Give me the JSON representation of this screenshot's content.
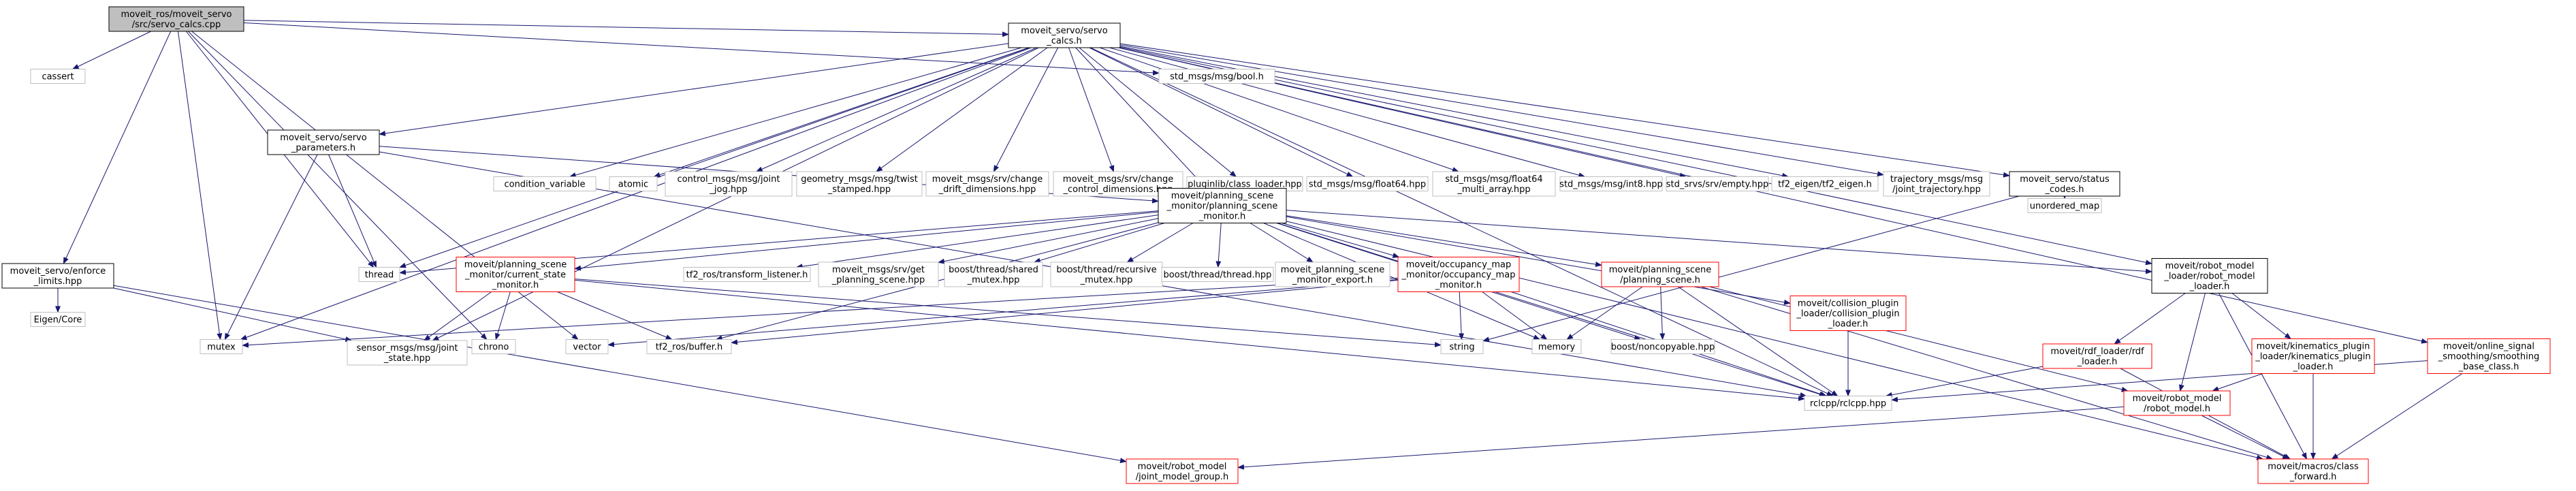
{
  "graph": {
    "nodes": [
      {
        "id": "root",
        "lines": [
          "moveit_ros/moveit_servo",
          "/src/servo_calcs.cpp"
        ],
        "kind": "root"
      },
      {
        "id": "servo_calcs_h",
        "lines": [
          "moveit_servo/servo",
          "_calcs.h"
        ],
        "kind": "doc"
      },
      {
        "id": "cassert",
        "lines": [
          "cassert"
        ],
        "kind": "ext"
      },
      {
        "id": "std_msgs_bool",
        "lines": [
          "std_msgs/msg/bool.h"
        ],
        "kind": "ext"
      },
      {
        "id": "enforce_limits",
        "lines": [
          "moveit_servo/enforce",
          "_limits.hpp"
        ],
        "kind": "doc"
      },
      {
        "id": "servo_parameters",
        "lines": [
          "moveit_servo/servo",
          "_parameters.h"
        ],
        "kind": "doc"
      },
      {
        "id": "condition_variable",
        "lines": [
          "condition_variable"
        ],
        "kind": "ext"
      },
      {
        "id": "atomic",
        "lines": [
          "atomic"
        ],
        "kind": "ext"
      },
      {
        "id": "control_msgs_joint_jog",
        "lines": [
          "control_msgs/msg/joint",
          "_jog.hpp"
        ],
        "kind": "ext"
      },
      {
        "id": "geometry_msgs_twist",
        "lines": [
          "geometry_msgs/msg/twist",
          "_stamped.hpp"
        ],
        "kind": "ext"
      },
      {
        "id": "srv_change_drift",
        "lines": [
          "moveit_msgs/srv/change",
          "_drift_dimensions.hpp"
        ],
        "kind": "ext"
      },
      {
        "id": "srv_change_control",
        "lines": [
          "moveit_msgs/srv/change",
          "_control_dimensions.hpp"
        ],
        "kind": "ext"
      },
      {
        "id": "pluginlib",
        "lines": [
          "pluginlib/class_loader.hpp"
        ],
        "kind": "ext"
      },
      {
        "id": "float64",
        "lines": [
          "std_msgs/msg/float64.hpp"
        ],
        "kind": "ext"
      },
      {
        "id": "float64_multi",
        "lines": [
          "std_msgs/msg/float64",
          "_multi_array.hpp"
        ],
        "kind": "ext"
      },
      {
        "id": "int8",
        "lines": [
          "std_msgs/msg/int8.hpp"
        ],
        "kind": "ext"
      },
      {
        "id": "std_srvs_empty",
        "lines": [
          "std_srvs/srv/empty.hpp"
        ],
        "kind": "ext"
      },
      {
        "id": "tf2_eigen",
        "lines": [
          "tf2_eigen/tf2_eigen.h"
        ],
        "kind": "ext"
      },
      {
        "id": "trajectory_msgs",
        "lines": [
          "trajectory_msgs/msg",
          "/joint_trajectory.hpp"
        ],
        "kind": "ext"
      },
      {
        "id": "status_codes",
        "lines": [
          "moveit_servo/status",
          "_codes.h"
        ],
        "kind": "doc"
      },
      {
        "id": "unordered_map",
        "lines": [
          "unordered_map"
        ],
        "kind": "ext"
      },
      {
        "id": "psm",
        "lines": [
          "moveit/planning_scene",
          "_monitor/planning_scene",
          "_monitor.h"
        ],
        "kind": "doc"
      },
      {
        "id": "thread",
        "lines": [
          "thread"
        ],
        "kind": "ext"
      },
      {
        "id": "current_state_monitor",
        "lines": [
          "moveit/planning_scene",
          "_monitor/current_state",
          "_monitor.h"
        ],
        "kind": "red"
      },
      {
        "id": "tf2_transform_listener",
        "lines": [
          "tf2_ros/transform_listener.h"
        ],
        "kind": "ext"
      },
      {
        "id": "get_planning_scene",
        "lines": [
          "moveit_msgs/srv/get",
          "_planning_scene.hpp"
        ],
        "kind": "ext"
      },
      {
        "id": "boost_shared_mutex",
        "lines": [
          "boost/thread/shared",
          "_mutex.hpp"
        ],
        "kind": "ext"
      },
      {
        "id": "boost_recursive_mutex",
        "lines": [
          "boost/thread/recursive",
          "_mutex.hpp"
        ],
        "kind": "ext"
      },
      {
        "id": "boost_thread",
        "lines": [
          "boost/thread/thread.hpp"
        ],
        "kind": "ext"
      },
      {
        "id": "psm_export",
        "lines": [
          "moveit_planning_scene",
          "_monitor_export.h"
        ],
        "kind": "ext"
      },
      {
        "id": "occupancy_map_monitor",
        "lines": [
          "moveit/occupancy_map",
          "_monitor/occupancy_map",
          "_monitor.h"
        ],
        "kind": "red"
      },
      {
        "id": "planning_scene_h",
        "lines": [
          "moveit/planning_scene",
          "/planning_scene.h"
        ],
        "kind": "red"
      },
      {
        "id": "collision_plugin_loader",
        "lines": [
          "moveit/collision_plugin",
          "_loader/collision_plugin",
          "_loader.h"
        ],
        "kind": "red"
      },
      {
        "id": "robot_model_loader",
        "lines": [
          "moveit/robot_model",
          "_loader/robot_model",
          "_loader.h"
        ],
        "kind": "doc"
      },
      {
        "id": "online_signal_smoothing",
        "lines": [
          "moveit/online_signal",
          "_smoothing/smoothing",
          "_base_class.h"
        ],
        "kind": "red"
      },
      {
        "id": "eigen_core",
        "lines": [
          "Eigen/Core"
        ],
        "kind": "ext"
      },
      {
        "id": "mutex",
        "lines": [
          "mutex"
        ],
        "kind": "ext"
      },
      {
        "id": "sensor_msgs_joint_state",
        "lines": [
          "sensor_msgs/msg/joint",
          "_state.hpp"
        ],
        "kind": "ext"
      },
      {
        "id": "chrono",
        "lines": [
          "chrono"
        ],
        "kind": "ext"
      },
      {
        "id": "vector",
        "lines": [
          "vector"
        ],
        "kind": "ext"
      },
      {
        "id": "tf2_buffer",
        "lines": [
          "tf2_ros/buffer.h"
        ],
        "kind": "ext"
      },
      {
        "id": "string",
        "lines": [
          "string"
        ],
        "kind": "ext"
      },
      {
        "id": "memory",
        "lines": [
          "memory"
        ],
        "kind": "ext"
      },
      {
        "id": "boost_noncopyable",
        "lines": [
          "boost/noncopyable.hpp"
        ],
        "kind": "ext"
      },
      {
        "id": "rdf_loader",
        "lines": [
          "moveit/rdf_loader/rdf",
          "_loader.h"
        ],
        "kind": "red"
      },
      {
        "id": "kinematics_plugin_loader",
        "lines": [
          "moveit/kinematics_plugin",
          "_loader/kinematics_plugin",
          "_loader.h"
        ],
        "kind": "red"
      },
      {
        "id": "rclcpp",
        "lines": [
          "rclcpp/rclcpp.hpp"
        ],
        "kind": "ext"
      },
      {
        "id": "robot_model_h",
        "lines": [
          "moveit/robot_model",
          "/robot_model.h"
        ],
        "kind": "red"
      },
      {
        "id": "joint_model_group",
        "lines": [
          "moveit/robot_model",
          "/joint_model_group.h"
        ],
        "kind": "red"
      },
      {
        "id": "class_forward",
        "lines": [
          "moveit/macros/class",
          "_forward.h"
        ],
        "kind": "red"
      }
    ],
    "edges": [
      [
        "root",
        "servo_calcs_h"
      ],
      [
        "root",
        "cassert"
      ],
      [
        "root",
        "std_msgs_bool"
      ],
      [
        "root",
        "enforce_limits"
      ],
      [
        "root",
        "thread"
      ],
      [
        "root",
        "mutex"
      ],
      [
        "root",
        "chrono"
      ],
      [
        "root",
        "vector"
      ],
      [
        "servo_calcs_h",
        "servo_parameters"
      ],
      [
        "servo_calcs_h",
        "condition_variable"
      ],
      [
        "servo_calcs_h",
        "atomic"
      ],
      [
        "servo_calcs_h",
        "control_msgs_joint_jog"
      ],
      [
        "servo_calcs_h",
        "geometry_msgs_twist"
      ],
      [
        "servo_calcs_h",
        "srv_change_drift"
      ],
      [
        "servo_calcs_h",
        "srv_change_control"
      ],
      [
        "servo_calcs_h",
        "pluginlib"
      ],
      [
        "servo_calcs_h",
        "float64"
      ],
      [
        "servo_calcs_h",
        "float64_multi"
      ],
      [
        "servo_calcs_h",
        "int8"
      ],
      [
        "servo_calcs_h",
        "std_srvs_empty"
      ],
      [
        "servo_calcs_h",
        "tf2_eigen"
      ],
      [
        "servo_calcs_h",
        "trajectory_msgs"
      ],
      [
        "servo_calcs_h",
        "status_codes"
      ],
      [
        "servo_calcs_h",
        "psm"
      ],
      [
        "servo_calcs_h",
        "thread"
      ],
      [
        "servo_calcs_h",
        "mutex"
      ],
      [
        "servo_calcs_h",
        "sensor_msgs_joint_state"
      ],
      [
        "servo_calcs_h",
        "robot_model_loader"
      ],
      [
        "servo_calcs_h",
        "online_signal_smoothing"
      ],
      [
        "servo_calcs_h",
        "rclcpp"
      ],
      [
        "status_codes",
        "unordered_map"
      ],
      [
        "status_codes",
        "string"
      ],
      [
        "enforce_limits",
        "eigen_core"
      ],
      [
        "enforce_limits",
        "sensor_msgs_joint_state"
      ],
      [
        "enforce_limits",
        "joint_model_group"
      ],
      [
        "servo_parameters",
        "thread"
      ],
      [
        "servo_parameters",
        "mutex"
      ],
      [
        "servo_parameters",
        "psm"
      ],
      [
        "servo_parameters",
        "rclcpp"
      ],
      [
        "psm",
        "thread"
      ],
      [
        "psm",
        "current_state_monitor"
      ],
      [
        "psm",
        "tf2_transform_listener"
      ],
      [
        "psm",
        "get_planning_scene"
      ],
      [
        "psm",
        "boost_shared_mutex"
      ],
      [
        "psm",
        "boost_recursive_mutex"
      ],
      [
        "psm",
        "boost_thread"
      ],
      [
        "psm",
        "psm_export"
      ],
      [
        "psm",
        "occupancy_map_monitor"
      ],
      [
        "psm",
        "planning_scene_h"
      ],
      [
        "psm",
        "collision_plugin_loader"
      ],
      [
        "psm",
        "robot_model_loader"
      ],
      [
        "psm",
        "tf2_buffer"
      ],
      [
        "psm",
        "memory"
      ],
      [
        "psm",
        "boost_noncopyable"
      ],
      [
        "psm",
        "rclcpp"
      ],
      [
        "psm",
        "class_forward"
      ],
      [
        "current_state_monitor",
        "sensor_msgs_joint_state"
      ],
      [
        "current_state_monitor",
        "chrono"
      ],
      [
        "current_state_monitor",
        "tf2_buffer"
      ],
      [
        "current_state_monitor",
        "string"
      ],
      [
        "current_state_monitor",
        "rclcpp"
      ],
      [
        "occupancy_map_monitor",
        "mutex"
      ],
      [
        "occupancy_map_monitor",
        "vector"
      ],
      [
        "occupancy_map_monitor",
        "tf2_buffer"
      ],
      [
        "occupancy_map_monitor",
        "string"
      ],
      [
        "occupancy_map_monitor",
        "memory"
      ],
      [
        "occupancy_map_monitor",
        "rclcpp"
      ],
      [
        "planning_scene_h",
        "memory"
      ],
      [
        "planning_scene_h",
        "boost_noncopyable"
      ],
      [
        "planning_scene_h",
        "rclcpp"
      ],
      [
        "planning_scene_h",
        "robot_model_h"
      ],
      [
        "planning_scene_h",
        "class_forward"
      ],
      [
        "collision_plugin_loader",
        "rclcpp"
      ],
      [
        "robot_model_loader",
        "rdf_loader"
      ],
      [
        "robot_model_loader",
        "kinematics_plugin_loader"
      ],
      [
        "robot_model_loader",
        "robot_model_h"
      ],
      [
        "robot_model_loader",
        "class_forward"
      ],
      [
        "rdf_loader",
        "rclcpp"
      ],
      [
        "rdf_loader",
        "class_forward"
      ],
      [
        "kinematics_plugin_loader",
        "robot_model_h"
      ],
      [
        "kinematics_plugin_loader",
        "class_forward"
      ],
      [
        "online_signal_smoothing",
        "rclcpp"
      ],
      [
        "online_signal_smoothing",
        "class_forward"
      ],
      [
        "robot_model_h",
        "joint_model_group"
      ],
      [
        "robot_model_h",
        "class_forward"
      ]
    ]
  },
  "colors": {
    "edge": "#191970",
    "root_fill": "#bfbfbf",
    "doc_border": "#000000",
    "ext_border": "#bfbfbf",
    "red_border": "#ff0000"
  }
}
